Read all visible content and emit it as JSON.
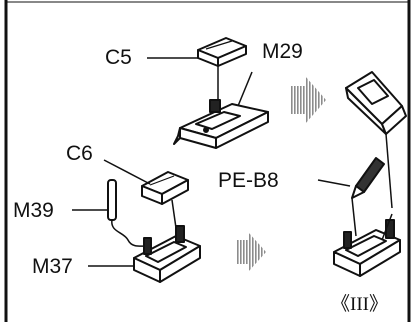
{
  "labels": {
    "c5": "C5",
    "m29": "M29",
    "c6": "C6",
    "m39": "M39",
    "m37": "M37",
    "peb8": "PE-B8"
  },
  "step_label": "《III》",
  "colors": {
    "line": "#111111",
    "part_fill": "#ffffff",
    "arrow_grey": "#9a9a9a",
    "background": "#ffffff"
  },
  "icons": [
    "flow-arrow-icon",
    "pen-icon"
  ]
}
